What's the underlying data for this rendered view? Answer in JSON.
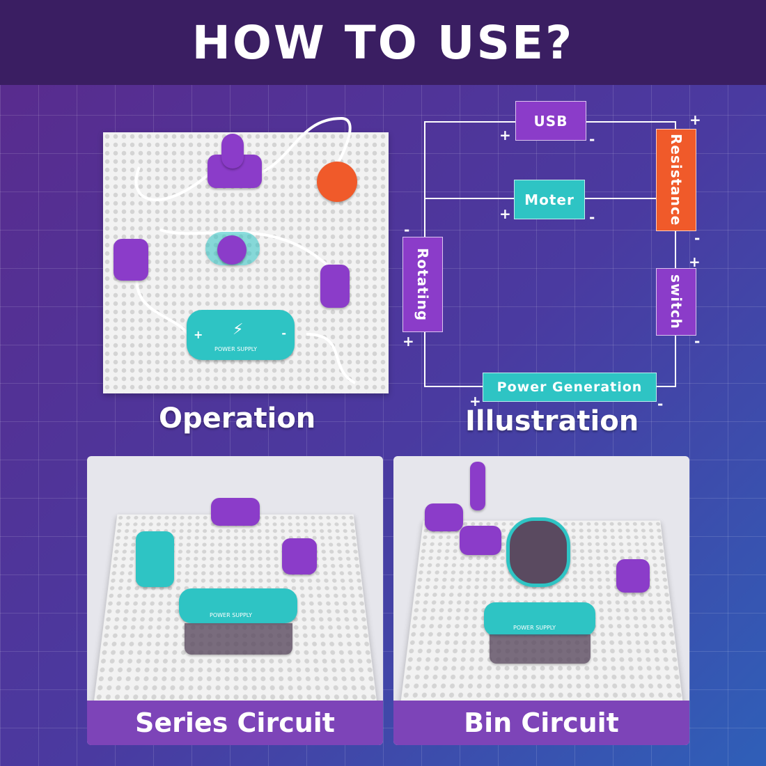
{
  "header": {
    "title": "HOW TO USE?"
  },
  "operation": {
    "caption": "Operation",
    "power_label": "POWER SUPPLY",
    "plus": "+",
    "minus": "-",
    "bolt": "⚡"
  },
  "illustration": {
    "caption": "Illustration",
    "components": {
      "usb": "USB",
      "moter": "Moter",
      "resistance": "Resistance",
      "rotating": "Rotating",
      "switch": "switch",
      "power_generation": "Power Generation"
    },
    "plus": "+",
    "minus": "-",
    "colors": {
      "purple": "#8b3cc9",
      "teal": "#2ec4c4",
      "orange": "#f05a2a"
    }
  },
  "series": {
    "label": "Series Circuit",
    "power_label": "POWER SUPPLY"
  },
  "bin": {
    "label": "Bin Circuit",
    "power_label": "POWER SUPPLY"
  }
}
